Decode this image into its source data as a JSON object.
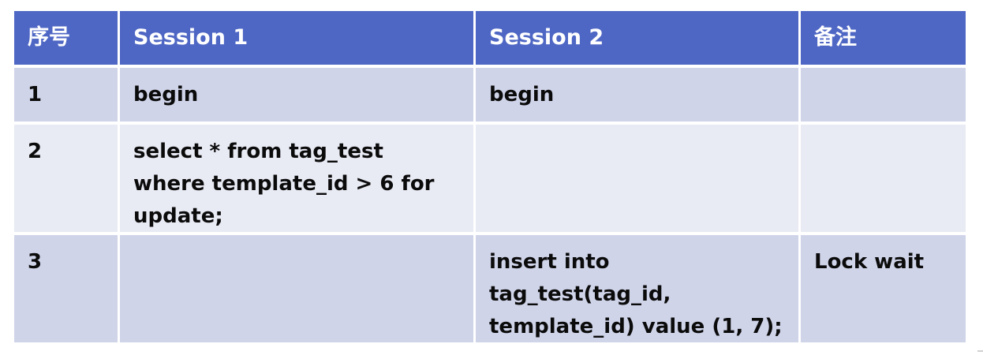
{
  "table": {
    "headers": [
      "序号",
      "Session 1",
      "Session 2",
      "备注"
    ],
    "rows": [
      {
        "no": "1",
        "session1": "begin",
        "session2": "begin",
        "note": ""
      },
      {
        "no": "2",
        "session1": "select * from tag_test\nwhere template_id > 6  for\nupdate;",
        "session2": "",
        "note": ""
      },
      {
        "no": "3",
        "session1": "",
        "session2": "insert into\ntag_test(tag_id,\ntemplate_id) value (1, 7);",
        "note": "Lock wait"
      }
    ]
  },
  "colors": {
    "header_bg": "#4f67c4",
    "row_dark": "#cfd4e9",
    "row_light": "#e8eaf4"
  }
}
